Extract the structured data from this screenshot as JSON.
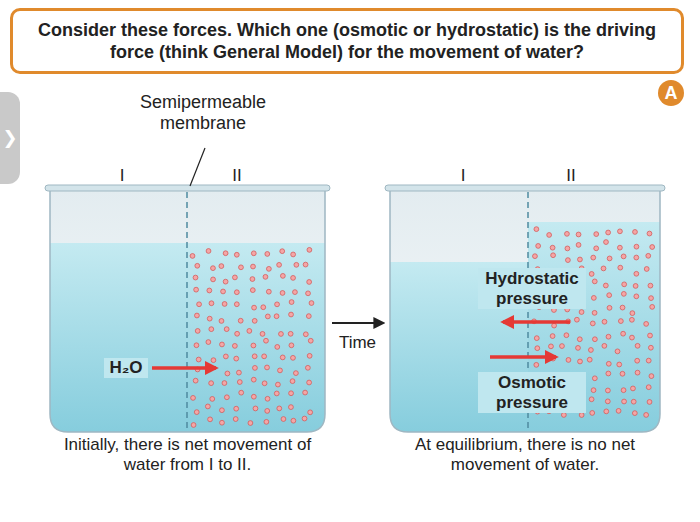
{
  "diagram": {
    "title": "Consider these forces. Which one (osmotic or hydrostatic) is the driving force (think General Model) for the movement of water?",
    "nodes": [
      {
        "text": [
          "Initially, there is net movement of water from I to II."
        ]
      },
      {
        "text": [
          "At equilibrium, there is no net movement of water."
        ]
      }
    ],
    "edges": [
      {
        "from": 0,
        "to": 1,
        "arrow": "to",
        "label": "Time"
      }
    ],
    "labels": [
      "A",
      "❯",
      "Semipermeable membrane",
      "I",
      "II",
      "H₂O",
      "I",
      "II",
      "Hydrostatic pressure",
      "Osmotic pressure"
    ]
  }
}
